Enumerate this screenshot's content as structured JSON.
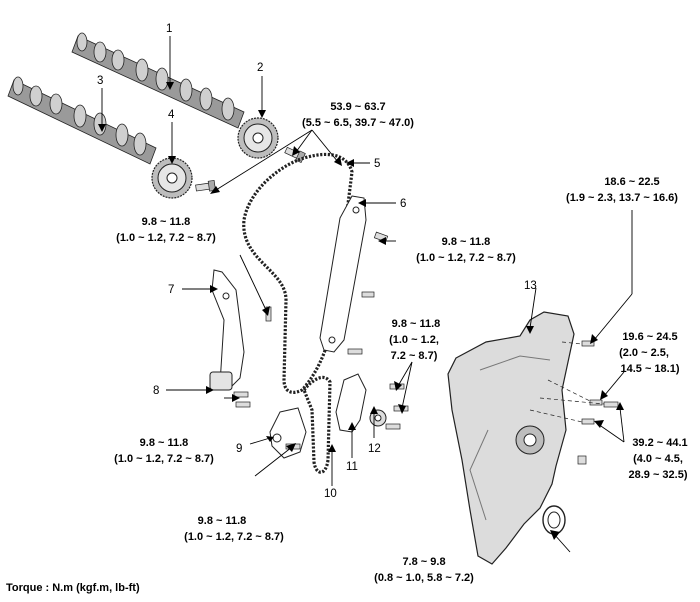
{
  "callouts": {
    "c1": "1",
    "c2": "2",
    "c3": "3",
    "c4": "4",
    "c5": "5",
    "c6": "6",
    "c7": "7",
    "c8": "8",
    "c9": "9",
    "c10": "10",
    "c11": "11",
    "c12": "12",
    "c13": "13"
  },
  "torques": {
    "sprocket_bolt": {
      "line1": "53.9 ~ 63.7",
      "line2": "(5.5 ~ 6.5, 39.7 ~ 47.0)"
    },
    "guide_bolt_left": {
      "line1": "9.8 ~ 11.8",
      "line2": "(1.0 ~ 1.2, 7.2 ~ 8.7)"
    },
    "guide_bolt_right": {
      "line1": "9.8 ~ 11.8",
      "line2": "(1.0 ~ 1.2, 7.2 ~ 8.7)"
    },
    "cover_top": {
      "line1": "18.6 ~ 22.5",
      "line2": "(1.9 ~ 2.3, 13.7 ~ 16.6)"
    },
    "tensioner_bolt": {
      "line1": "9.8 ~ 11.8",
      "line2": "(1.0 ~ 1.2,",
      "line3": "7.2 ~ 8.7)"
    },
    "cover_mid": {
      "line1": "19.6 ~ 24.5",
      "line2": "(2.0 ~ 2.5,",
      "line3": "14.5 ~ 18.1)"
    },
    "adjuster_bolt": {
      "line1": "9.8 ~ 11.8",
      "line2": "(1.0 ~ 1.2, 7.2 ~ 8.7)"
    },
    "cover_side": {
      "line1": "39.2 ~ 44.1",
      "line2": "(4.0 ~ 4.5,",
      "line3": "28.9 ~ 32.5)"
    },
    "lever_bolt": {
      "line1": "9.8 ~ 11.8",
      "line2": "(1.0 ~ 1.2, 7.2 ~ 8.7)"
    },
    "cover_bottom": {
      "line1": "7.8 ~ 9.8",
      "line2": "(0.8 ~ 1.0, 5.8 ~ 7.2)"
    }
  },
  "legend": "Torque : N.m (kgf.m, lb-ft)"
}
